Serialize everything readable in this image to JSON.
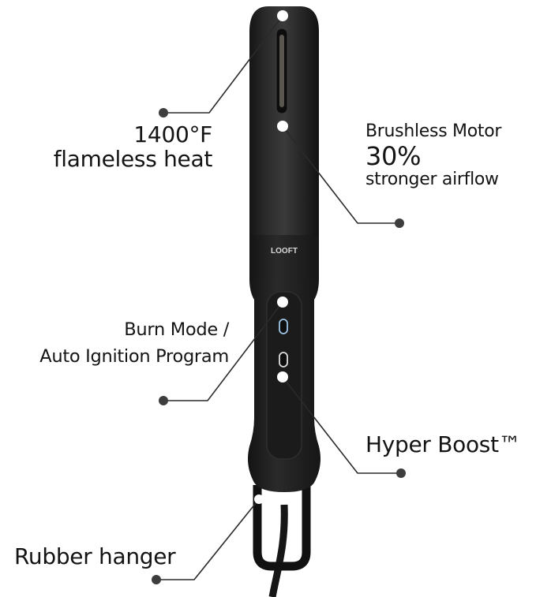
{
  "product": {
    "brand_mark": "LOOFT",
    "body_color": "#1f1f1f",
    "accent_color": "#ffffff",
    "callout_line_color": "#2a2a2a",
    "callout_dot_color": "#3d3d3d"
  },
  "callouts": [
    {
      "id": "heat",
      "lines": [
        "1400°F",
        "flameless heat"
      ]
    },
    {
      "id": "motor",
      "lines": [
        "Brushless Motor",
        "30%",
        "stronger airflow"
      ]
    },
    {
      "id": "burn-mode",
      "lines": [
        "Burn Mode /",
        "Auto Ignition Program"
      ]
    },
    {
      "id": "hyper-boost",
      "lines": [
        "Hyper Boost™"
      ]
    },
    {
      "id": "hanger",
      "lines": [
        "Rubber hanger"
      ]
    }
  ]
}
